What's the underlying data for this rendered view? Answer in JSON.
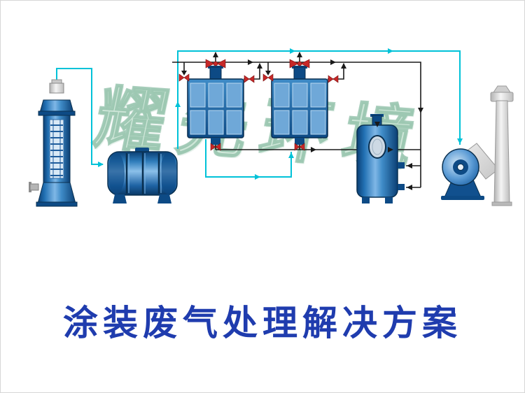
{
  "title": {
    "text": "涂装废气处理解决方案"
  },
  "watermark": {
    "text": "耀先环境"
  },
  "colors": {
    "pipe_cyan": "#00c2d8",
    "pipe_black": "#1a1a1a",
    "valve_red": "#c62828",
    "equipment_blue": "#1565ad",
    "equipment_blue_dark": "#0d4a85",
    "equipment_blue_light": "#7fb7e6",
    "chimney_gray": "#d9d9d9",
    "title_blue": "#1f3cae",
    "watermark_green": "#a8d4be"
  },
  "equipment": {
    "items": [
      "spray-tower",
      "uv-photolysis-unit",
      "activated-carbon-filter-1",
      "activated-carbon-filter-2",
      "settling-tank",
      "centrifugal-fan",
      "exhaust-chimney"
    ]
  }
}
